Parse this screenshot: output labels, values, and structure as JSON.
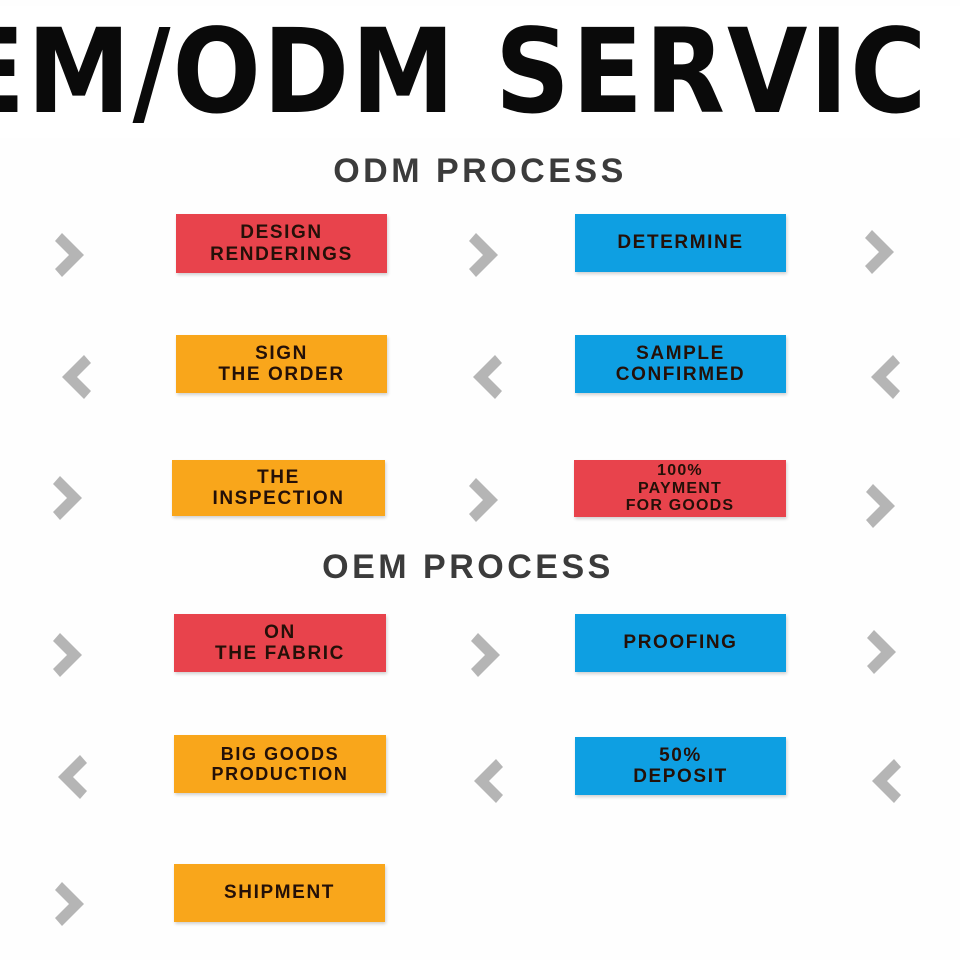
{
  "banner": {
    "title": "OEM/ODM SERVICE",
    "visible_text": "EM/ODM SERVIC",
    "note": "title is cropped at both left and right edges"
  },
  "colors": {
    "red": "#e8434c",
    "blue": "#0e9fe2",
    "orange": "#f9a61b",
    "chevron_gray": "#b5b5b5",
    "heading_gray": "#3b3b3b",
    "box_text": "#241008",
    "background": "#fefefe"
  },
  "sections": [
    {
      "heading": "ODM PROCESS",
      "rows": [
        {
          "direction": "right",
          "left_box": {
            "color": "red",
            "lines": [
              "DESIGN",
              "RENDERINGS"
            ]
          },
          "right_box": {
            "color": "blue",
            "lines": [
              "DETERMINE"
            ]
          }
        },
        {
          "direction": "left",
          "left_box": {
            "color": "orange",
            "lines": [
              "SIGN",
              "THE ORDER"
            ]
          },
          "right_box": {
            "color": "blue",
            "lines": [
              "SAMPLE",
              "CONFIRMED"
            ]
          }
        },
        {
          "direction": "right",
          "left_box": {
            "color": "orange",
            "lines": [
              "THE",
              "INSPECTION"
            ]
          },
          "right_box": {
            "color": "red",
            "lines": [
              "100%",
              "PAYMENT",
              "FOR GOODS"
            ]
          }
        }
      ]
    },
    {
      "heading": "OEM PROCESS",
      "rows": [
        {
          "direction": "right",
          "left_box": {
            "color": "red",
            "lines": [
              "ON",
              "THE FABRIC"
            ]
          },
          "right_box": {
            "color": "blue",
            "lines": [
              "PROOFING"
            ]
          }
        },
        {
          "direction": "left",
          "left_box": {
            "color": "orange",
            "lines": [
              "BIG GOODS",
              "PRODUCTION"
            ]
          },
          "right_box": {
            "color": "blue",
            "lines": [
              "50%",
              "DEPOSIT"
            ]
          }
        },
        {
          "direction": "right",
          "left_box": {
            "color": "orange",
            "lines": [
              "SHIPMENT"
            ]
          },
          "right_box": null
        }
      ]
    }
  ],
  "flow": {
    "row1": {
      "chevrons": [
        "right",
        "right",
        "right"
      ]
    },
    "row2": {
      "chevrons": [
        "left",
        "left",
        "left"
      ]
    },
    "row3": {
      "chevrons": [
        "right",
        "right",
        "right"
      ]
    },
    "row4": {
      "chevrons": [
        "right",
        "right",
        "right"
      ]
    },
    "row5": {
      "chevrons": [
        "left",
        "left",
        "left"
      ]
    },
    "row6": {
      "chevrons": [
        "right"
      ]
    }
  }
}
